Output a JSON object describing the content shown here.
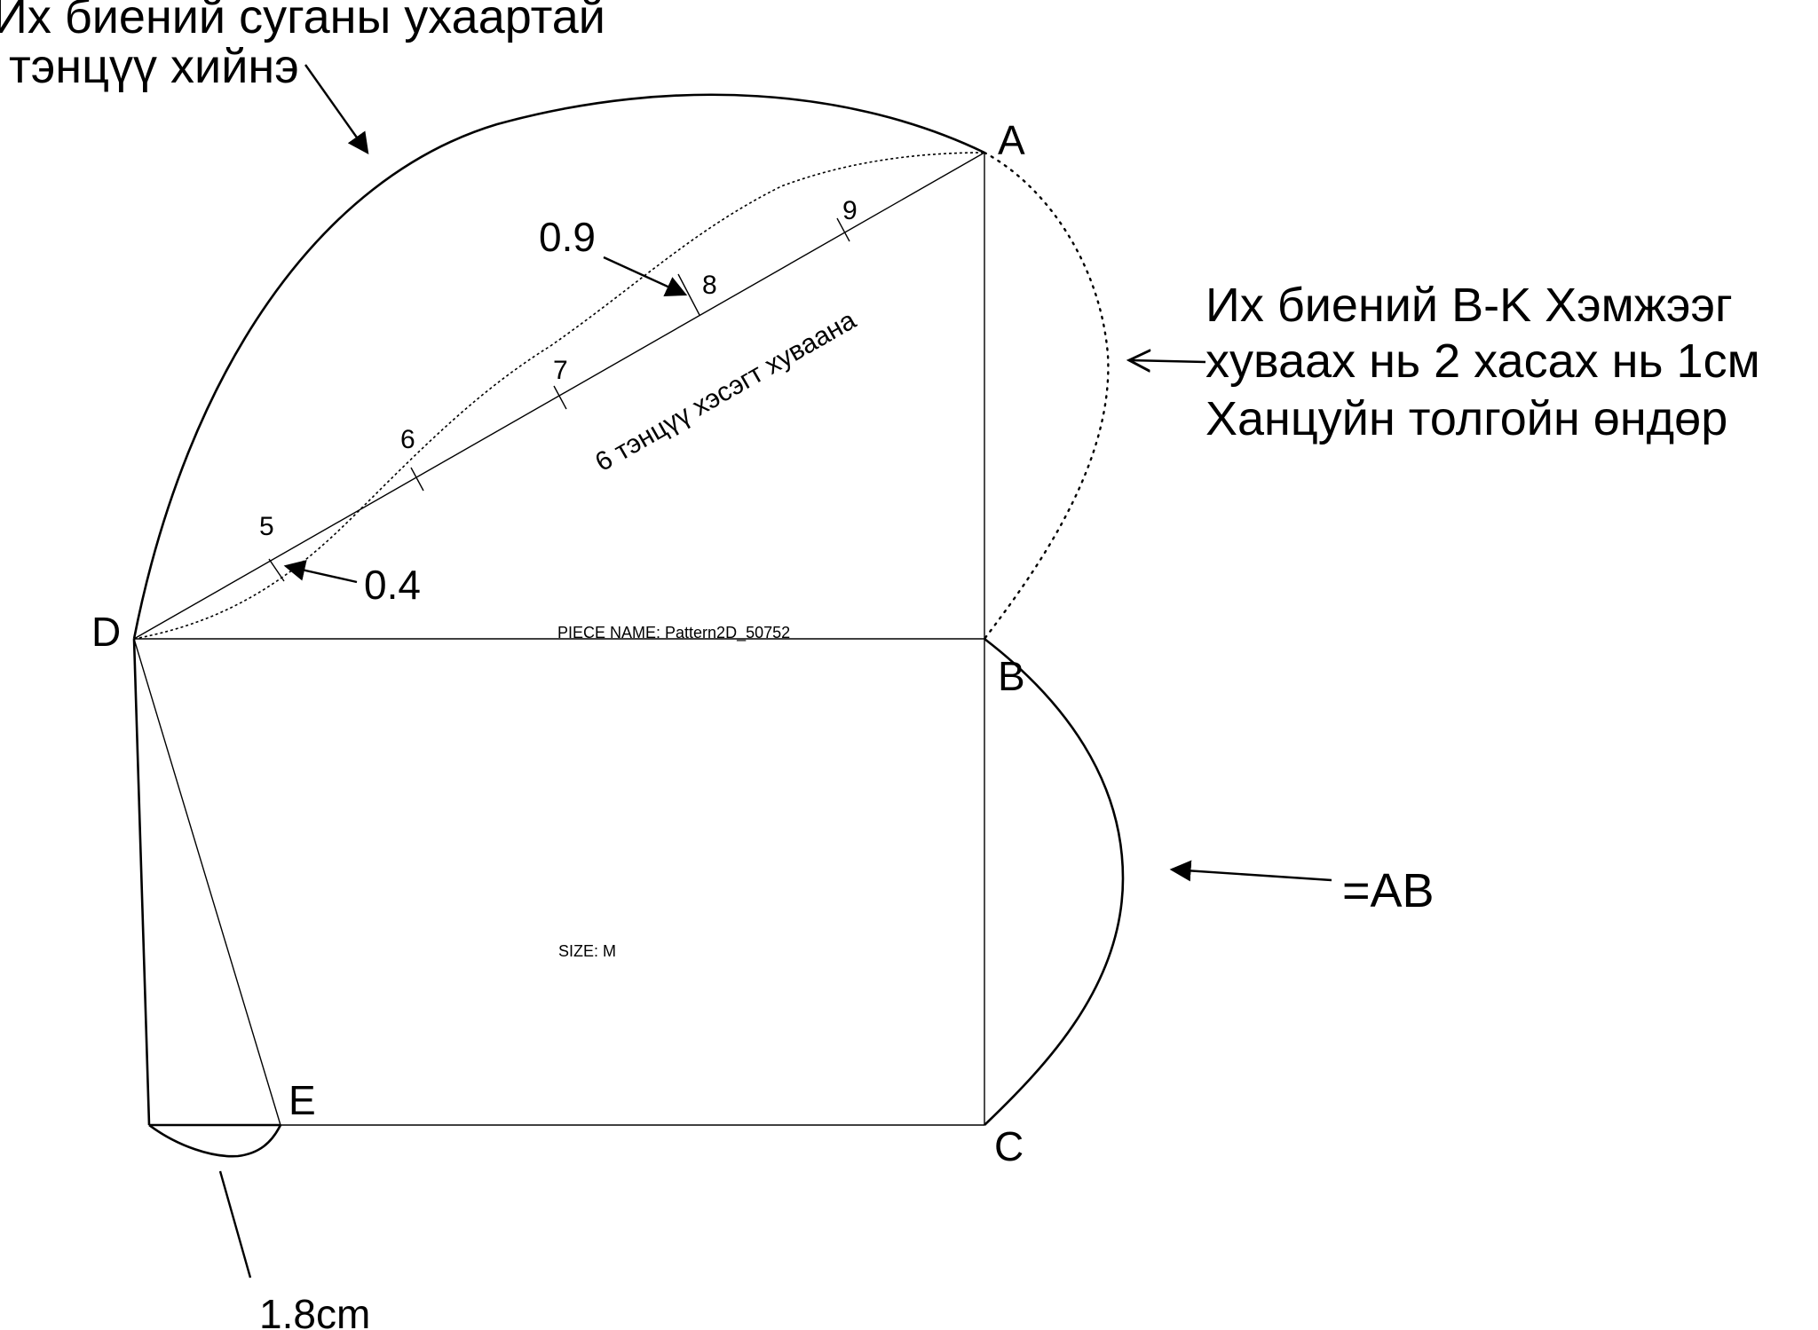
{
  "points": {
    "A": "A",
    "B": "B",
    "C": "C",
    "D": "D",
    "E": "E"
  },
  "divisions": [
    "5",
    "6",
    "7",
    "8",
    "9"
  ],
  "measurements": {
    "top_offset": "0.9",
    "bottom_offset": "0.4",
    "curve_depth": "1.8cm",
    "equal_ab": "=AB"
  },
  "annotations": {
    "top_note_line1": "Их биений суганы ухаартай",
    "top_note_line2": "тэнцүү хийнэ",
    "right_note_line1": "Их биений B-K Хэмжээг",
    "right_note_line2": " хуваах нь 2 хасах нь 1см",
    "right_note_line3": "Ханцуйн толгойн өндөр",
    "diagonal_note": "6 тэнцүү хэсэгт хуваана"
  },
  "pattern_info": {
    "piece_name": "PIECE NAME: Pattern2D_50752",
    "size": "SIZE: M"
  }
}
